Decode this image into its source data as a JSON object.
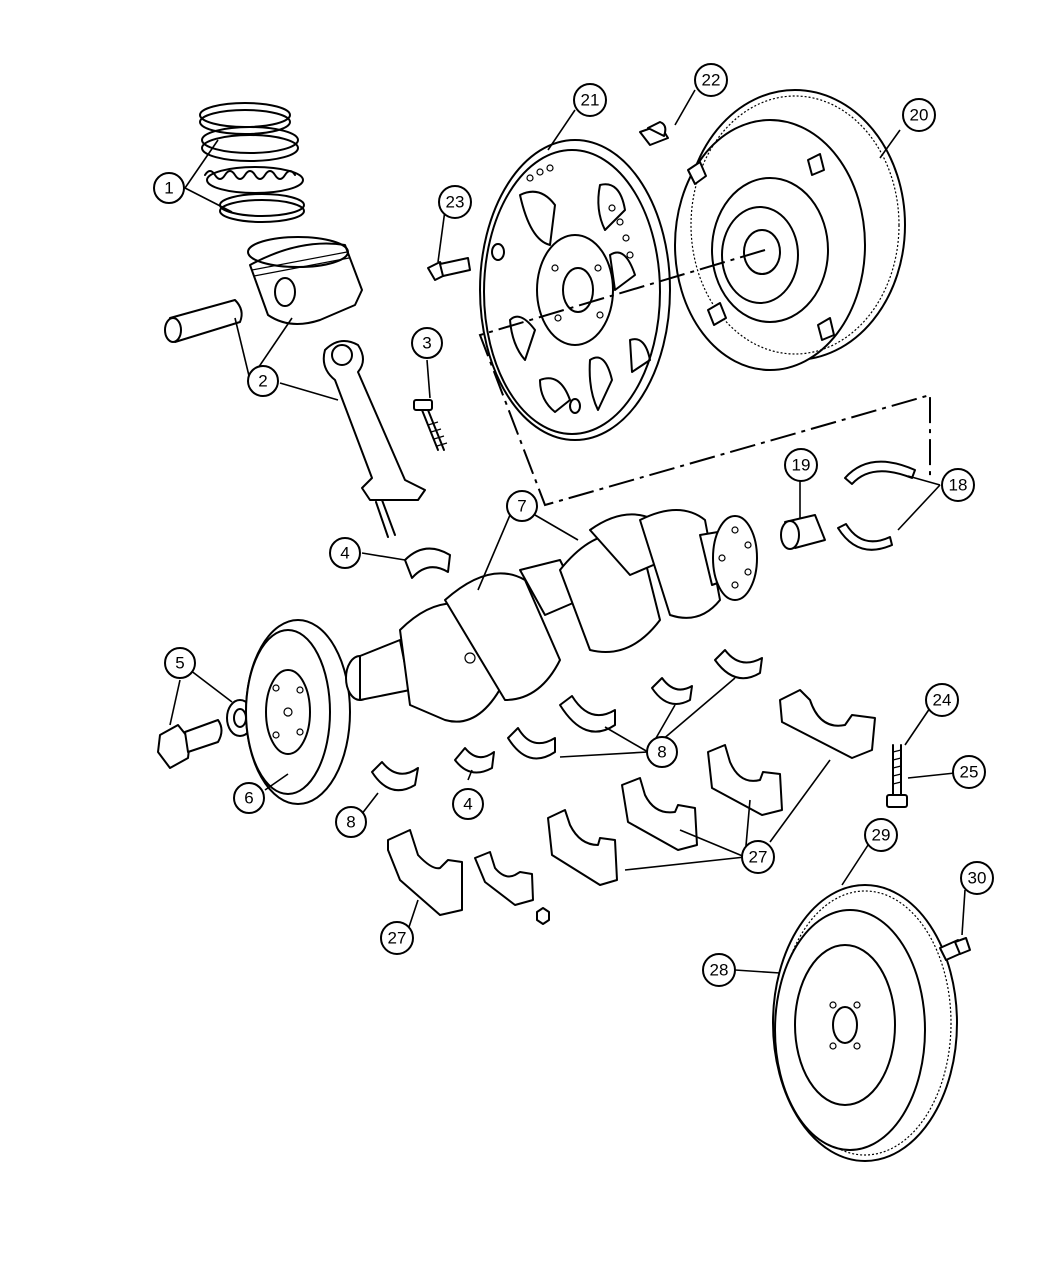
{
  "diagram": {
    "type": "exploded-parts-diagram",
    "callouts": [
      {
        "id": "c1",
        "label": "1"
      },
      {
        "id": "c2",
        "label": "2"
      },
      {
        "id": "c3",
        "label": "3"
      },
      {
        "id": "c4a",
        "label": "4"
      },
      {
        "id": "c4b",
        "label": "4"
      },
      {
        "id": "c5",
        "label": "5"
      },
      {
        "id": "c6",
        "label": "6"
      },
      {
        "id": "c7",
        "label": "7"
      },
      {
        "id": "c8a",
        "label": "8"
      },
      {
        "id": "c8b",
        "label": "8"
      },
      {
        "id": "c18",
        "label": "18"
      },
      {
        "id": "c19",
        "label": "19"
      },
      {
        "id": "c20",
        "label": "20"
      },
      {
        "id": "c21",
        "label": "21"
      },
      {
        "id": "c22",
        "label": "22"
      },
      {
        "id": "c23",
        "label": "23"
      },
      {
        "id": "c24",
        "label": "24"
      },
      {
        "id": "c25",
        "label": "25"
      },
      {
        "id": "c27a",
        "label": "27"
      },
      {
        "id": "c27b",
        "label": "27"
      },
      {
        "id": "c28",
        "label": "28"
      },
      {
        "id": "c29",
        "label": "29"
      },
      {
        "id": "c30",
        "label": "30"
      }
    ]
  }
}
